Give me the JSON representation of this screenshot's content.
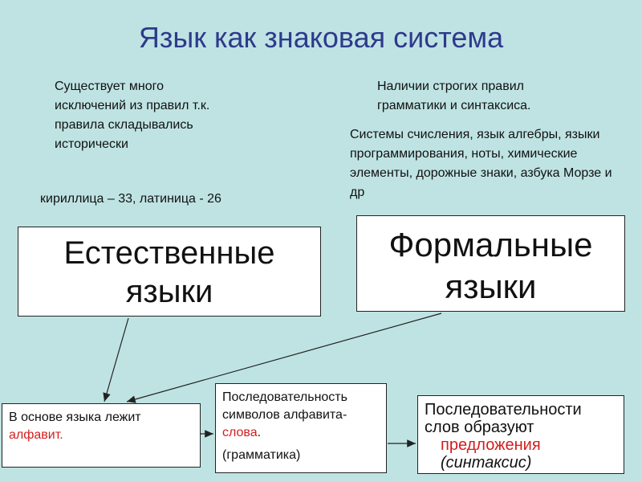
{
  "title": "Язык как знаковая система",
  "natural_notes": {
    "exceptions": "Существует много исключений из правил т.к. правила складывались исторически",
    "alphabets": "кириллица – 33, латиница - 26"
  },
  "formal_notes": {
    "rules": "Наличии строгих правил грамматики и синтаксиса.",
    "examples": "Системы счисления, язык алгебры, языки программирования, ноты, химические элементы, дорожные знаки, азбука Морзе и  др"
  },
  "natural_box": {
    "line1": "Естественные",
    "line2": "языки"
  },
  "formal_box": {
    "line1": "Формальные",
    "line2": "языки"
  },
  "alphabet_box": {
    "text": "В основе языка лежит",
    "highlight": "алфавит."
  },
  "words_box": {
    "text": "Последовательность символов алфавита-",
    "highlight": "слова",
    "punct": ".",
    "note": "(грамматика)"
  },
  "sentences_box": {
    "text": "Последовательности слов образуют",
    "highlight": "предложения",
    "note": "(синтаксис)"
  },
  "colors": {
    "background": "#bfe3e3",
    "title": "#2e3a8c",
    "highlight": "#d41d1d"
  }
}
